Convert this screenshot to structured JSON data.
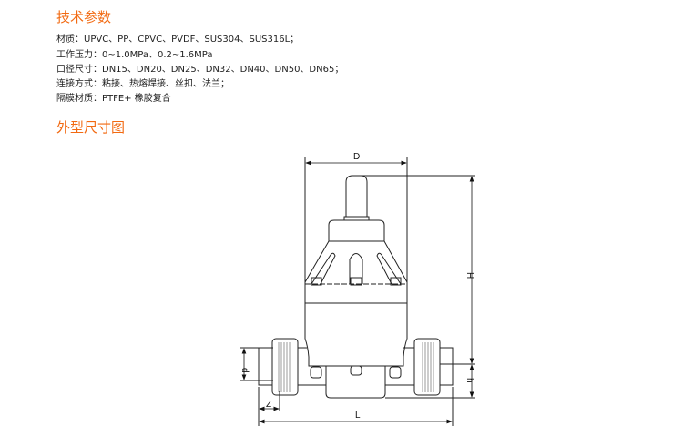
{
  "specs": {
    "title": "技术参数",
    "lines": [
      "材质：UPVC、PP、CPVC、PVDF、SUS304、SUS316L；",
      "工作压力：0~1.0MPa、0.2~1.6MPa",
      "口径尺寸：DN15、DN20、DN25、DN32、DN40、DN50、DN65；",
      "连接方式：粘接、热熔焊接、丝扣、法兰；",
      "隔膜材质：PTFE+ 橡胶复合"
    ]
  },
  "drawing": {
    "title": "外型尺寸图",
    "labels": {
      "D": "D",
      "H": "H",
      "h": "h",
      "d": "d",
      "Z": "Z",
      "L": "L"
    }
  }
}
